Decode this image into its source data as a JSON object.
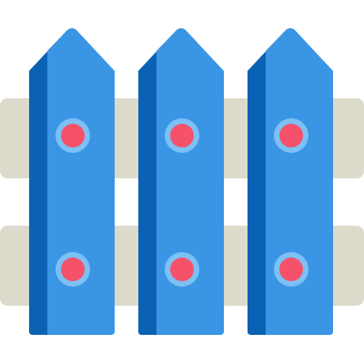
{
  "icon": {
    "name": "picket-fence-icon",
    "colors": {
      "rail": "#DCDBCB",
      "picket": "#3A95E4",
      "picket_shadow": "#0B62B4",
      "nail_ring": "#7CC0F4",
      "nail_head": "#F6516A"
    },
    "pickets": [
      {
        "id": "left"
      },
      {
        "id": "middle"
      },
      {
        "id": "right"
      }
    ],
    "rails": [
      {
        "id": "top"
      },
      {
        "id": "bottom"
      }
    ]
  }
}
